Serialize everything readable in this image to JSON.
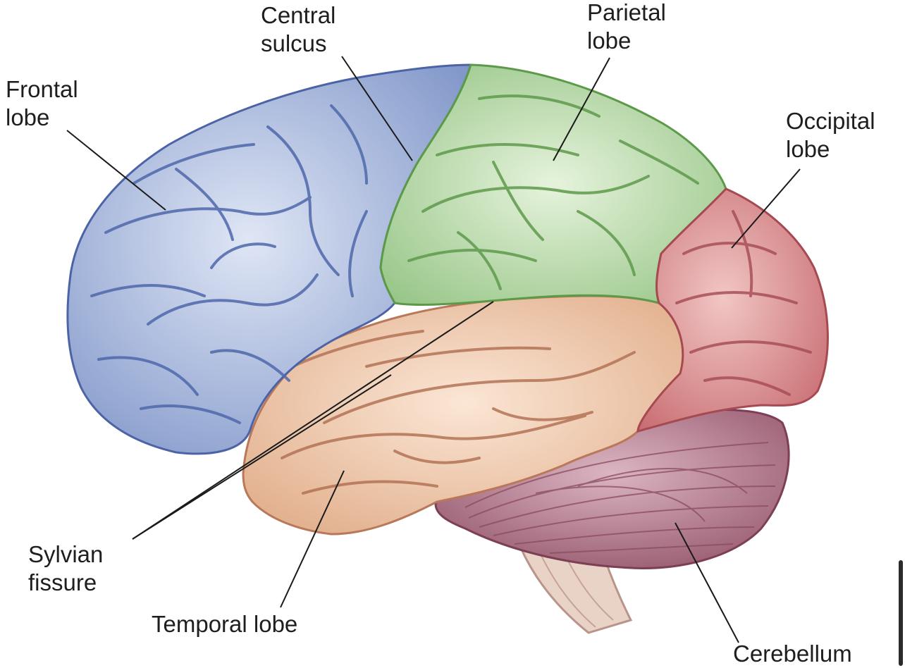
{
  "labels": {
    "central_sulcus": [
      "Central",
      "sulcus"
    ],
    "parietal_lobe": [
      "Parietal",
      "lobe"
    ],
    "frontal_lobe": [
      "Frontal",
      "lobe"
    ],
    "occipital_lobe": [
      "Occipital",
      "lobe"
    ],
    "sylvian_fissure": [
      "Sylvian",
      "fissure"
    ],
    "temporal_lobe": "Temporal lobe",
    "cerebellum": "Cerebellum"
  },
  "colors": {
    "frontal": "#9fb0d8",
    "parietal": "#b8d9a8",
    "occipital": "#d9858a",
    "temporal": "#f0cdb0",
    "cerebellum": "#b57a8e",
    "brainstem": "#e8d0c4",
    "leader_line": "#1a1a1a"
  }
}
